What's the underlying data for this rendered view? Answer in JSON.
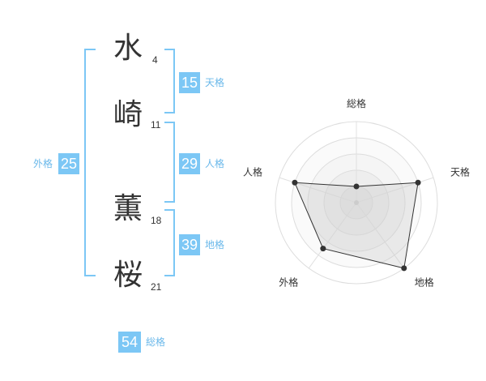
{
  "name": {
    "chars": [
      {
        "char": "水",
        "strokes": "4"
      },
      {
        "char": "崎",
        "strokes": "11"
      },
      {
        "char": "薫",
        "strokes": "18"
      },
      {
        "char": "桜",
        "strokes": "21"
      }
    ]
  },
  "fortune": {
    "tenkaku": {
      "value": "15",
      "label": "天格"
    },
    "jinkaku": {
      "value": "29",
      "label": "人格"
    },
    "chikaku": {
      "value": "39",
      "label": "地格"
    },
    "gaikaku": {
      "value": "25",
      "label": "外格"
    },
    "soukaku": {
      "value": "54",
      "label": "総格"
    }
  },
  "colors": {
    "accent": "#7cc7f5",
    "text": "#333333"
  },
  "chart_data": {
    "type": "radar",
    "axes": [
      "総格",
      "天格",
      "地格",
      "外格",
      "人格"
    ],
    "max": 5,
    "rings": 5,
    "values": [
      1,
      4,
      5,
      3.5,
      4
    ]
  }
}
